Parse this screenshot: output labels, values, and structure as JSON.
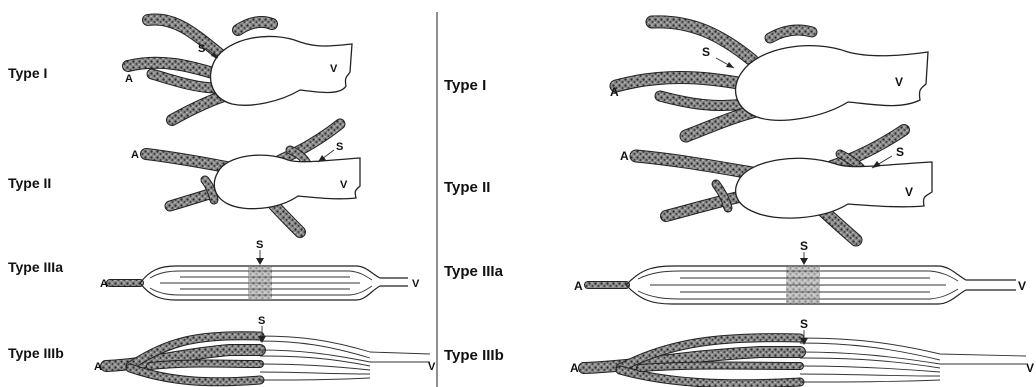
{
  "panels": [
    {
      "id": "left",
      "types": [
        {
          "label": "Type I",
          "markers": [
            "S",
            "A",
            "V"
          ]
        },
        {
          "label": "Type II",
          "markers": [
            "A",
            "S",
            "V"
          ]
        },
        {
          "label": "Type IIIa",
          "markers": [
            "S",
            "A",
            "V"
          ]
        },
        {
          "label": "Type IIIb",
          "markers": [
            "S",
            "A",
            "V"
          ]
        }
      ]
    },
    {
      "id": "right",
      "types": [
        {
          "label": "Type I",
          "markers": [
            "S",
            "A",
            "V"
          ]
        },
        {
          "label": "Type II",
          "markers": [
            "A",
            "S",
            "V"
          ]
        },
        {
          "label": "Type IIIa",
          "markers": [
            "S",
            "A",
            "V"
          ]
        },
        {
          "label": "Type IIIb",
          "markers": [
            "S",
            "A",
            "V"
          ]
        }
      ]
    }
  ],
  "colors": {
    "line": "#222222",
    "vessel_fill": "#6e6e6e",
    "background": "#ffffff"
  }
}
